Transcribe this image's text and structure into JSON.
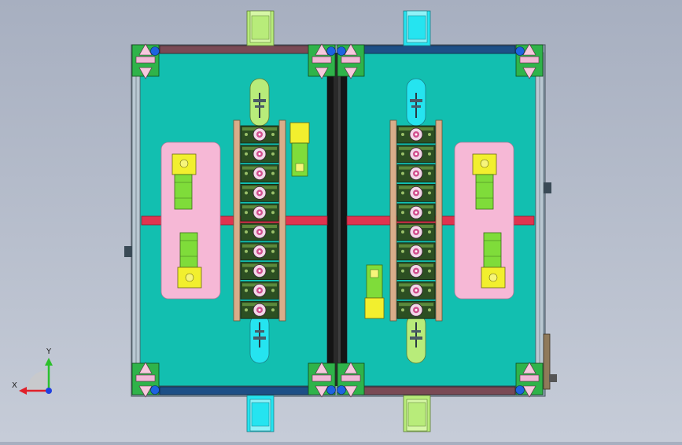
{
  "scene": {
    "name": "machine-top-view",
    "orientation": "top"
  },
  "colors": {
    "background_top": "#a7afc0",
    "background_bottom": "#c6ccd8",
    "platform_teal": "#12bfb0",
    "frame_grey": "#9fb1bf",
    "divider_black": "#141414",
    "rail_red": "#e0334f",
    "pink_pad": "#f6b8d6",
    "corner_green": "#2fb34a",
    "rail_brown": "#7a4a55",
    "rail_blue": "#1d4f86",
    "light_green": "#b8ec7a",
    "cyan": "#25e4f0",
    "yellow": "#f2ef2e",
    "lime_cylinder": "#7fdc3a",
    "station_dark": "#2c4f22",
    "bolt_blue": "#1e63e0",
    "tan_side": "#d9ad8a"
  },
  "icons": {
    "triad": "coordinate-triad-icon",
    "corner_block": "corner-mount-icon",
    "motor": "gear-motor-icon",
    "station": "rotary-station-icon"
  },
  "triad": {
    "x_label": "X",
    "y_label": "Y"
  }
}
